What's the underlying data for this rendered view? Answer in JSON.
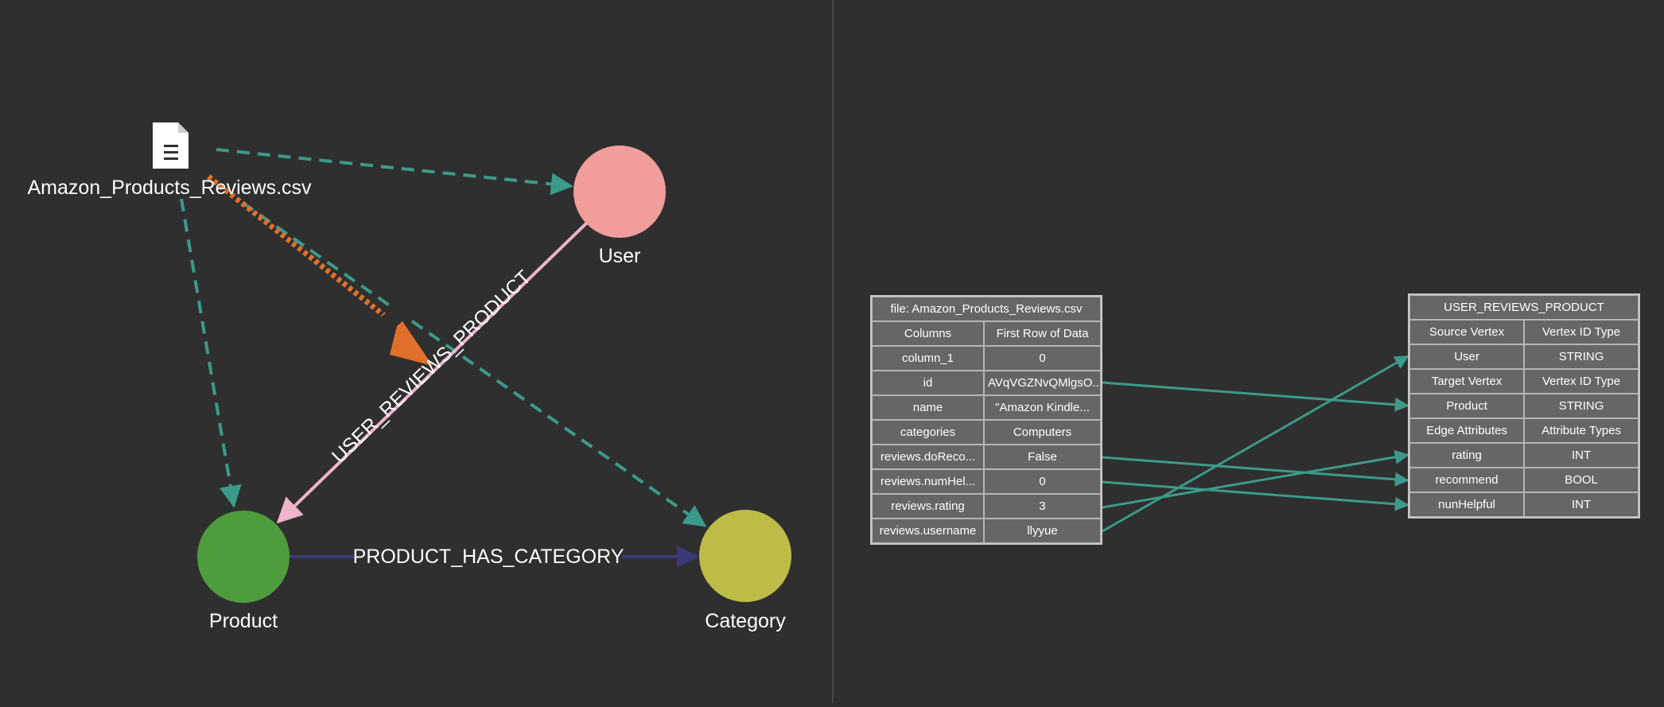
{
  "graph": {
    "file_node": {
      "label": "Amazon_Products_Reviews.csv",
      "icon": "document-icon"
    },
    "vertices": [
      {
        "id": "user",
        "label": "User",
        "color": "#f09d9b"
      },
      {
        "id": "product",
        "label": "Product",
        "color": "#4e9c3c"
      },
      {
        "id": "category",
        "label": "Category",
        "color": "#bcbc46"
      }
    ],
    "edges": [
      {
        "label": "USER_REVIEWS_PRODUCT",
        "source": "User",
        "target": "Product",
        "color": "#f0b3cd"
      },
      {
        "label": "PRODUCT_HAS_CATEGORY",
        "source": "Product",
        "target": "Category",
        "color": "#3a3a78"
      }
    ],
    "mapping_colors": {
      "dashed": "#3c9a8a",
      "highlighted": "#e0702a"
    }
  },
  "source_table": {
    "title": "file: Amazon_Products_Reviews.csv",
    "headers": [
      "Columns",
      "First Row of Data"
    ],
    "rows": [
      [
        "column_1",
        "0"
      ],
      [
        "id",
        "AVqVGZNvQMlgsO..."
      ],
      [
        "name",
        "\"Amazon Kindle..."
      ],
      [
        "categories",
        "Computers"
      ],
      [
        "reviews.doReco...",
        "False"
      ],
      [
        "reviews.numHel...",
        "0"
      ],
      [
        "reviews.rating",
        "3"
      ],
      [
        "reviews.username",
        "llyyue"
      ]
    ]
  },
  "target_table": {
    "title": "USER_REVIEWS_PRODUCT",
    "rows": [
      [
        "Source Vertex",
        "Vertex ID Type"
      ],
      [
        "User",
        "STRING"
      ],
      [
        "Target Vertex",
        "Vertex ID Type"
      ],
      [
        "Product",
        "STRING"
      ],
      [
        "Edge Attributes",
        "Attribute Types"
      ],
      [
        "rating",
        "INT"
      ],
      [
        "recommend",
        "BOOL"
      ],
      [
        "nunHelpful",
        "INT"
      ]
    ]
  },
  "mappings": [
    {
      "from": "id",
      "to": "Product"
    },
    {
      "from": "reviews.doReco...",
      "to": "recommend"
    },
    {
      "from": "reviews.numHel...",
      "to": "nunHelpful"
    },
    {
      "from": "reviews.rating",
      "to": "rating"
    },
    {
      "from": "reviews.username",
      "to": "User"
    }
  ]
}
